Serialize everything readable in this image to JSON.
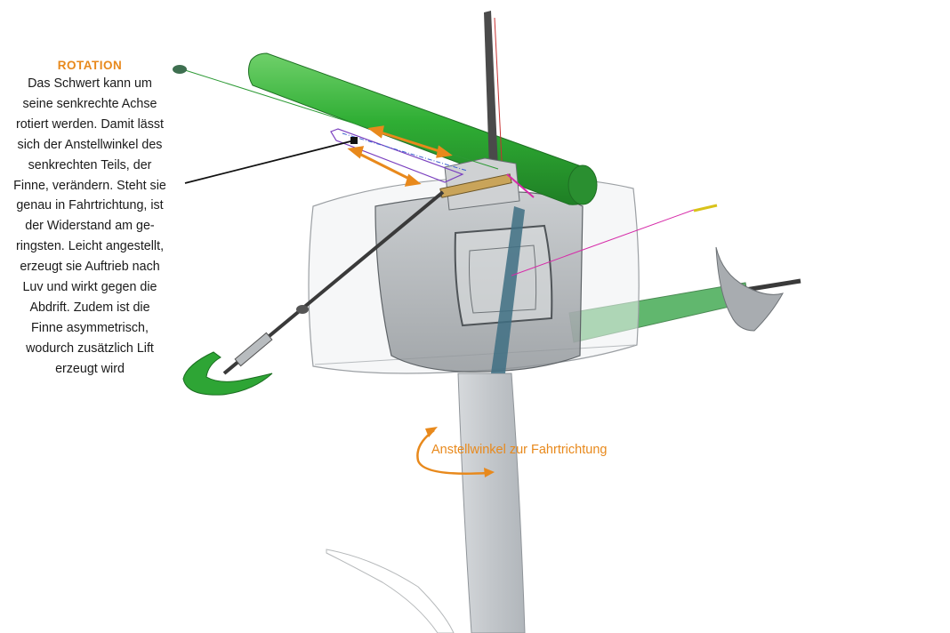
{
  "colors": {
    "accent_orange": "#e8891c",
    "frame_green": "#35a83a",
    "text_dark": "#1a1a1a",
    "glass_grey": "#cfd3d6",
    "blade_grey": "#c9cdd0",
    "purple_line": "#7a3fbf",
    "magenta_line": "#d62aa8"
  },
  "callout": {
    "title": "ROTATION",
    "lines": [
      "Das Schwert kann um",
      "seine senkrechte Achse",
      "rotiert werden. Damit lässt",
      "sich der Anstellwinkel des",
      "senkrechten Teils, der",
      "Finne, verändern. Steht sie",
      "genau in Fahrtrichtung, ist",
      "der Widerstand am ge-",
      "ringsten. Leicht angestellt,",
      "erzeugt sie Auftrieb nach",
      "Luv und wirkt gegen die",
      "Abdrift. Zudem ist die",
      "Finne asymmetrisch,",
      "wodurch zusätzlich Lift",
      "erzeugt wird"
    ]
  },
  "angle_label": "Anstellwinkel zur Fahrtrichtung",
  "icons": [
    "rotation-arrow-icon",
    "double-arrow-icon"
  ]
}
